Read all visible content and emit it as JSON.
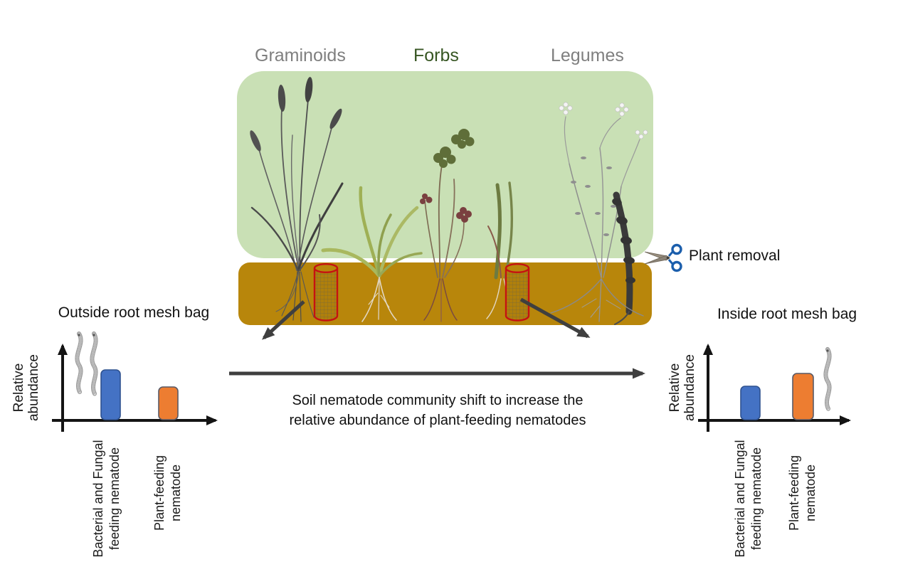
{
  "plant_groups": {
    "graminoids": "Graminoids",
    "forbs": "Forbs",
    "legumes": "Legumes"
  },
  "annotations": {
    "plant_removal": "Plant removal",
    "caption_line1": "Soil nematode community shift to increase the",
    "caption_line2": "relative abundance of plant-feeding nematodes"
  },
  "outside_chart": {
    "title": "Outside root mesh bag",
    "ylabel_line1": "Relative",
    "ylabel_line2": "abundance",
    "cat1_line1": "Bacterial and Fungal",
    "cat1_line2": "feeding nematode",
    "cat2_line1": "Plant-feeding",
    "cat2_line2": "nematode"
  },
  "inside_chart": {
    "title": "Inside root mesh bag",
    "ylabel_line1": "Relative",
    "ylabel_line2": "abundance",
    "cat1_line1": "Bacterial and Fungal",
    "cat1_line2": "feeding nematode",
    "cat2_line1": "Plant-feeding",
    "cat2_line2": "nematode"
  },
  "colors": {
    "bar_blue": "#4472C4",
    "bar_orange": "#ED7D31",
    "soil_brown": "#B8860B",
    "canopy_green": "#C9E0B5",
    "group_label_gray": "#7F7F7F",
    "forbs_label_green": "#375623",
    "arrow_gray": "#3F3F3F",
    "mesh_bag_red": "#C51212"
  },
  "chart_data": [
    {
      "type": "bar",
      "title": "Outside root mesh bag",
      "ylabel": "Relative abundance",
      "xlabel": "",
      "categories": [
        "Bacterial and Fungal feeding nematode",
        "Plant-feeding nematode"
      ],
      "values": [
        0.68,
        0.45
      ],
      "bar_colors": [
        "#4472C4",
        "#ED7D31"
      ],
      "ylim": [
        0,
        1
      ],
      "grid": "off",
      "legend": "none",
      "note_ticks": "qualitative axes, no numeric ticks"
    },
    {
      "type": "bar",
      "title": "Inside root mesh bag",
      "ylabel": "Relative abundance",
      "xlabel": "",
      "categories": [
        "Bacterial and Fungal feeding nematode",
        "Plant-feeding nematode"
      ],
      "values": [
        0.46,
        0.63
      ],
      "bar_colors": [
        "#4472C4",
        "#ED7D31"
      ],
      "ylim": [
        0,
        1
      ],
      "grid": "off",
      "legend": "none",
      "note_ticks": "qualitative axes, no numeric ticks"
    }
  ]
}
